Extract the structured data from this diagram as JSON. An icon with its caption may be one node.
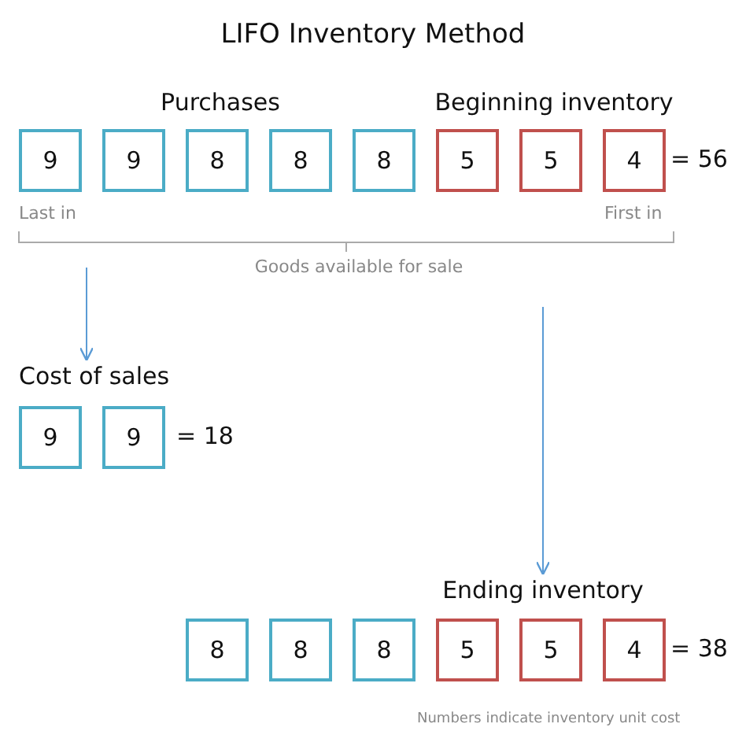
{
  "diagram": {
    "title": "LIFO Inventory Method",
    "nodes": [
      {
        "text": [
          "9"
        ]
      },
      {
        "text": [
          "9"
        ]
      },
      {
        "text": [
          "8"
        ]
      },
      {
        "text": [
          "8"
        ]
      },
      {
        "text": [
          "8"
        ]
      },
      {
        "text": [
          "5"
        ]
      },
      {
        "text": [
          "5"
        ]
      },
      {
        "text": [
          "4"
        ]
      },
      {
        "text": [
          "Cost of sales"
        ]
      },
      {
        "text": [
          "9"
        ]
      },
      {
        "text": [
          "9"
        ]
      },
      {
        "text": [
          "Ending inventory"
        ]
      },
      {
        "text": [
          "8"
        ]
      },
      {
        "text": [
          "8"
        ]
      },
      {
        "text": [
          "8"
        ]
      },
      {
        "text": [
          "5"
        ]
      },
      {
        "text": [
          "5"
        ]
      },
      {
        "text": [
          "4"
        ]
      }
    ],
    "edges": [
      {
        "from": null,
        "to": 8,
        "arrow": "to"
      },
      {
        "from": null,
        "to": 11,
        "arrow": "to"
      }
    ],
    "labels": [
      "Purchases",
      "Beginning inventory",
      "= 56",
      "Last in",
      "First in",
      "Goods available for sale",
      "= 18",
      "= 38",
      "Numbers indicate inventory unit cost"
    ]
  }
}
